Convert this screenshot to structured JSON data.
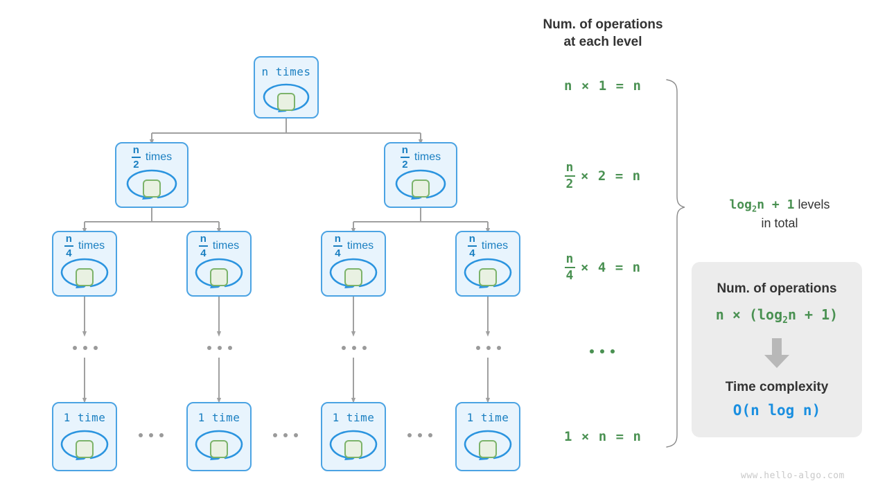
{
  "diagram": {
    "title_hidden": "Divide and conquer recursion tree - time complexity O(n log n)",
    "watermark": "www.hello-algo.com",
    "colors": {
      "node_fill": "#e8f4fd",
      "node_border": "#4ba3e3",
      "node_text": "#1a7fc1",
      "inner_fill": "#e9f1e2",
      "inner_border": "#7cb36a",
      "edge": "#a0a0a0",
      "formula_green": "#4a9152",
      "complexity_blue": "#1a8fe0",
      "infobox_bg": "#ececec",
      "heading": "#333333",
      "watermark": "#c9c9c9"
    }
  },
  "tree": {
    "levels": [
      {
        "level": 1,
        "nodes": [
          {
            "label_type": "mono",
            "label": "n times"
          }
        ]
      },
      {
        "level": 2,
        "nodes": [
          {
            "label_type": "frac",
            "numerator": "n",
            "denominator": "2",
            "word": "times"
          },
          {
            "label_type": "frac",
            "numerator": "n",
            "denominator": "2",
            "word": "times"
          }
        ]
      },
      {
        "level": 3,
        "nodes": [
          {
            "label_type": "frac",
            "numerator": "n",
            "denominator": "4",
            "word": "times"
          },
          {
            "label_type": "frac",
            "numerator": "n",
            "denominator": "4",
            "word": "times"
          },
          {
            "label_type": "frac",
            "numerator": "n",
            "denominator": "4",
            "word": "times"
          },
          {
            "label_type": "frac",
            "numerator": "n",
            "denominator": "4",
            "word": "times"
          }
        ]
      },
      {
        "level": 4,
        "nodes": [
          {
            "label_type": "mono",
            "label": "1 time"
          },
          {
            "label_type": "mono",
            "label": "1 time"
          },
          {
            "label_type": "mono",
            "label": "1 time"
          },
          {
            "label_type": "mono",
            "label": "1 time"
          }
        ]
      }
    ]
  },
  "operations_column": {
    "heading": "Num. of operations\nat each level",
    "rows": [
      {
        "kind": "plain",
        "text": "n × 1 = n"
      },
      {
        "kind": "fraction",
        "numerator": "n",
        "denominator": "2",
        "rest": "× 2 = n"
      },
      {
        "kind": "fraction",
        "numerator": "n",
        "denominator": "4",
        "rest": "× 4 = n"
      },
      {
        "kind": "ellipsis",
        "text": "..."
      },
      {
        "kind": "plain",
        "text": "1 × n = n"
      }
    ]
  },
  "levels_note": {
    "formula": "log",
    "formula_sub": "2",
    "formula_rest": "n + 1",
    "text_line1": "levels",
    "text_line2": "in total"
  },
  "info_box": {
    "heading_1": "Num. of operations",
    "formula_prefix": "n × (log",
    "formula_sub": "2",
    "formula_suffix": "n + 1)",
    "arrow": "down-arrow",
    "heading_2": "Time complexity",
    "complexity": "O(n log n)"
  }
}
